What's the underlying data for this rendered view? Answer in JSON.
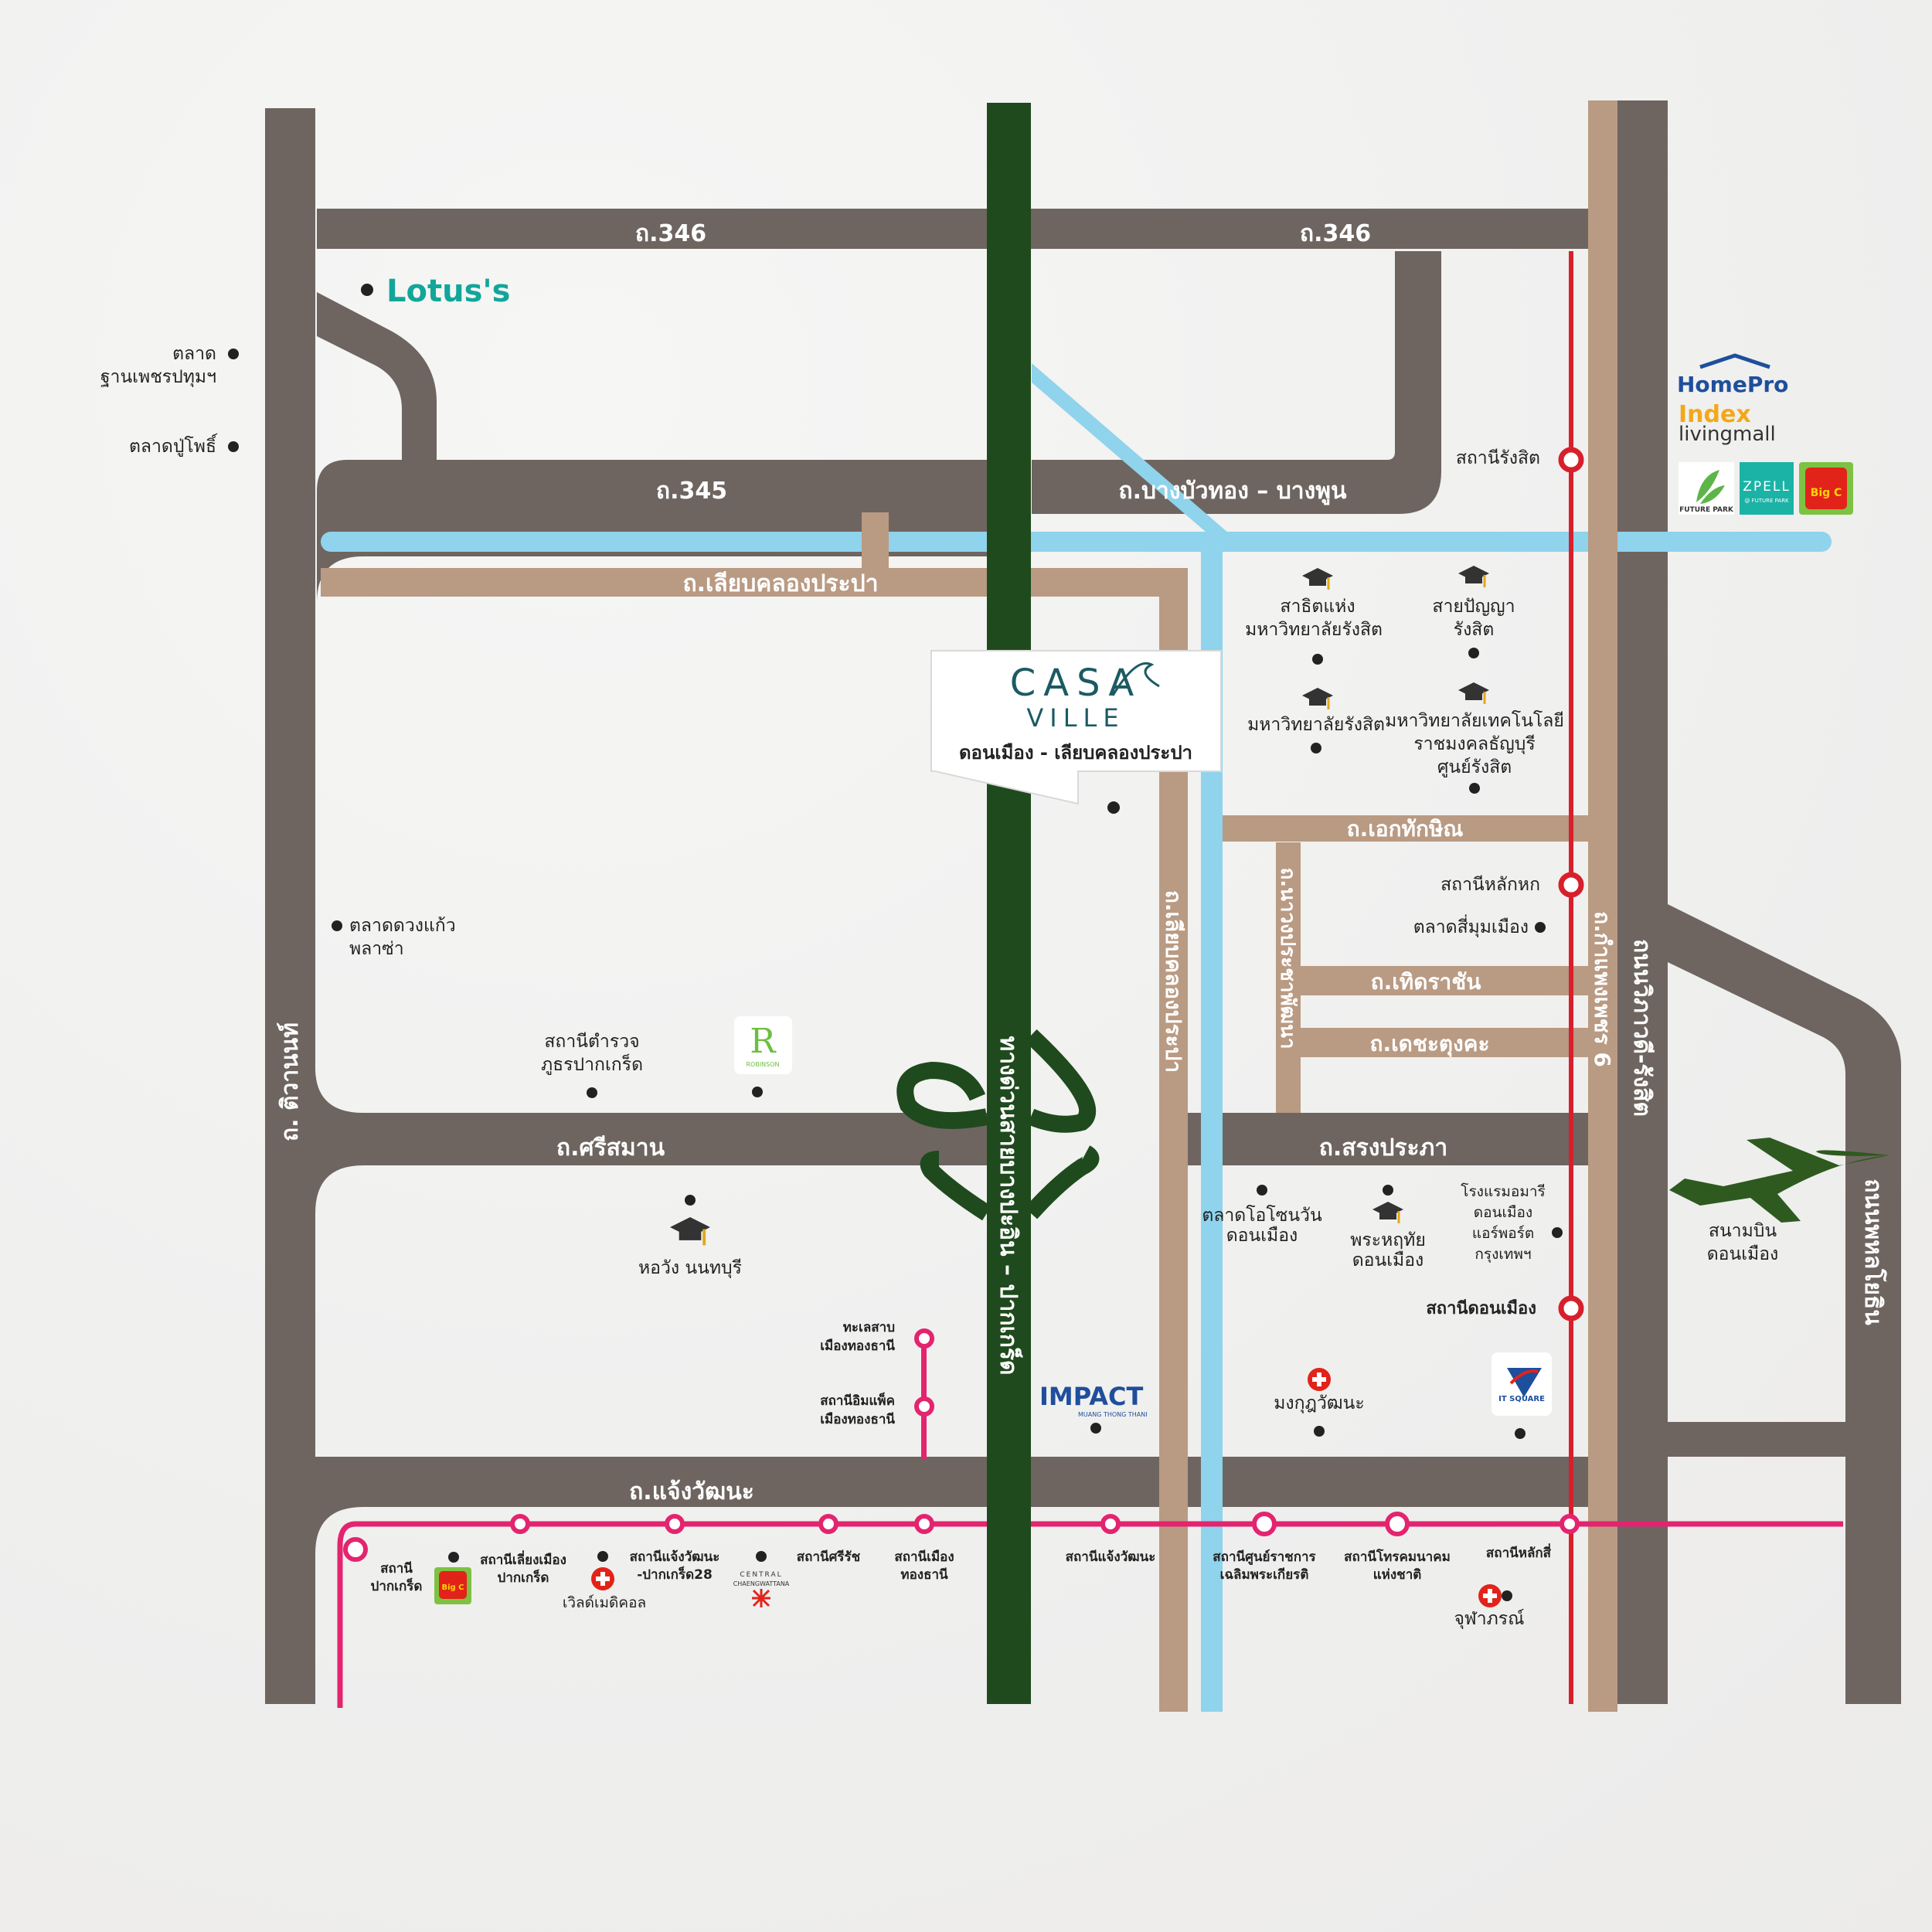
{
  "roads": {
    "r346_left": "ถ.346",
    "r346_right": "ถ.346",
    "r345": "ถ.345",
    "bang_bua_thong": "ถ.บางบัวทอง – บางพูน",
    "liap_khlong_prapa_h": "ถ.เลียบคลองประปา",
    "liap_khlong_prapa_v": "ถ.เลียบคลองประปา",
    "tiwanon": "ถ. ติวานนท์",
    "expressway": "ทางด่วนสายบางปะอิน – ปากเกร็ด",
    "srisaman": "ถ.ศรีสมาน",
    "songprapa": "ถ.สรงประภา",
    "chaengwattana": "ถ.แจ้งวัฒนะ",
    "ekkathakin": "ถ.เอกทักษิณ",
    "kheharachan": "ถ.เทิดราชัน",
    "dechatungkha": "ถ.เดชะตุงคะ",
    "prachaphatthana": "ถ.นาวงประชาพัฒนา",
    "phahonyothin_6": "ถ.กำแพงเพชร 6",
    "vibhavadi": "ถนนวิภาวดี-รังสิต",
    "phahonyothin": "ถนนพหลโยธิน"
  },
  "brand": {
    "line1": "CASA",
    "line2": "VILLE",
    "subtitle": "ดอนเมือง - เลียบคลองประปา"
  },
  "logos": {
    "lotus": "Lotus's",
    "homepro": "HomePro",
    "index": "Index",
    "livingmall": "livingmall",
    "futurepark": "FUTURE PARK",
    "zpell": "ZPELL",
    "zpell_sub": "@ FUTURE PARK",
    "bigc": "Big C",
    "robinson_letter": "R",
    "robinson": "ROBINSON",
    "impact": "IMPACT",
    "impact_sub": "MUANG THONG THANI",
    "itsquare": "IT SQUARE",
    "central_line1": "CENTRAL",
    "central_line2": "CHAENGWATTANA"
  },
  "places": {
    "talat_than_line1": "ตลาด",
    "talat_than_line2": "ฐานเพชรปทุมฯ",
    "talat_pu_pho": "ตลาดปู่โพธิ์",
    "station_rangsit": "สถานีรังสิต",
    "satit_line1": "สาธิตแห่ง",
    "satit_line2": "มหาวิทยาลัยรังสิต",
    "saipanya_line1": "สายปัญญา",
    "saipanya_line2": "รังสิต",
    "rangsit_uni": "มหาวิทยาลัยรังสิต",
    "rmutt_line1": "มหาวิทยาลัยเทคโนโลยี",
    "rmutt_line2": "ราชมงคลธัญบุรี",
    "rmutt_line3": "ศูนย์รังสิต",
    "station_laksi_hok": "สถานีหลักหก",
    "talat_si_mum": "ตลาดสี่มุมเมือง",
    "talat_duang_line1": "ตลาดดวงแก้ว",
    "talat_duang_line2": "พลาซ่า",
    "police_line1": "สถานีตำรวจ",
    "police_line2": "ภูธรปากเกร็ด",
    "horwang": "หอวัง นนทบุรี",
    "ozone_line1": "ตลาดโอโซนวัน",
    "ozone_line2": "ดอนเมือง",
    "phrahuthai_line1": "พระหฤทัย",
    "phrahuthai_line2": "ดอนเมือง",
    "amari_line1": "โรงแรมอมารี",
    "amari_line2": "ดอนเมือง",
    "amari_line3": "แอร์พอร์ต",
    "amari_line4": "กรุงเทพฯ",
    "airport_line1": "สนามบิน",
    "airport_line2": "ดอนเมือง",
    "station_don_mueang": "สถานีดอนเมือง",
    "thale_sap_line1": "ทะเลสาบ",
    "thale_sap_line2": "เมืองทองธานี",
    "impact_station_line1": "สถานีอิมแพ็ค",
    "impact_station_line2": "เมืองทองธานี",
    "mongkut": "มงกุฎวัฒนะ",
    "station_pakkret_line1": "สถานี",
    "station_pakkret_line2": "ปากเกร็ด",
    "station_liang_line1": "สถานีเลี่ยงเมือง",
    "station_liang_line2": "ปากเกร็ด",
    "world_medical": "เวิลด์เมดิคอล",
    "station_chaeng28_line1": "สถานีแจ้งวัฒนะ",
    "station_chaeng28_line2": "-ปากเกร็ด28",
    "station_srirat": "สถานีศรีรัช",
    "station_mueang_line1": "สถานีเมือง",
    "station_mueang_line2": "ทองธานี",
    "station_chaeng": "สถานีแจ้งวัฒนะ",
    "station_govt_line1": "สถานีศูนย์ราชการ",
    "station_govt_line2": "เฉลิมพระเกียรติ",
    "station_tot_line1": "สถานีโทรคมนาคม",
    "station_tot_line2": "แห่งชาติ",
    "station_laksi": "สถานีหลักสี่",
    "chulabhorn": "จุฬาภรณ์"
  },
  "colors": {
    "road_gray": "#6e6560",
    "road_tan": "#b99a83",
    "expressway_green": "#1f4a1d",
    "canal_blue": "#8fd3ec",
    "red_line": "#d81f2c",
    "pink_line": "#e3246f",
    "brand_teal": "#1c5a63",
    "lotus_teal": "#12a69a",
    "lotus_yellow": "#f3b51b"
  },
  "icons": {
    "graduation": "graduation-cap-icon",
    "hospital": "hospital-cross-icon",
    "airplane": "airplane-icon",
    "station": "station-ring-icon"
  }
}
